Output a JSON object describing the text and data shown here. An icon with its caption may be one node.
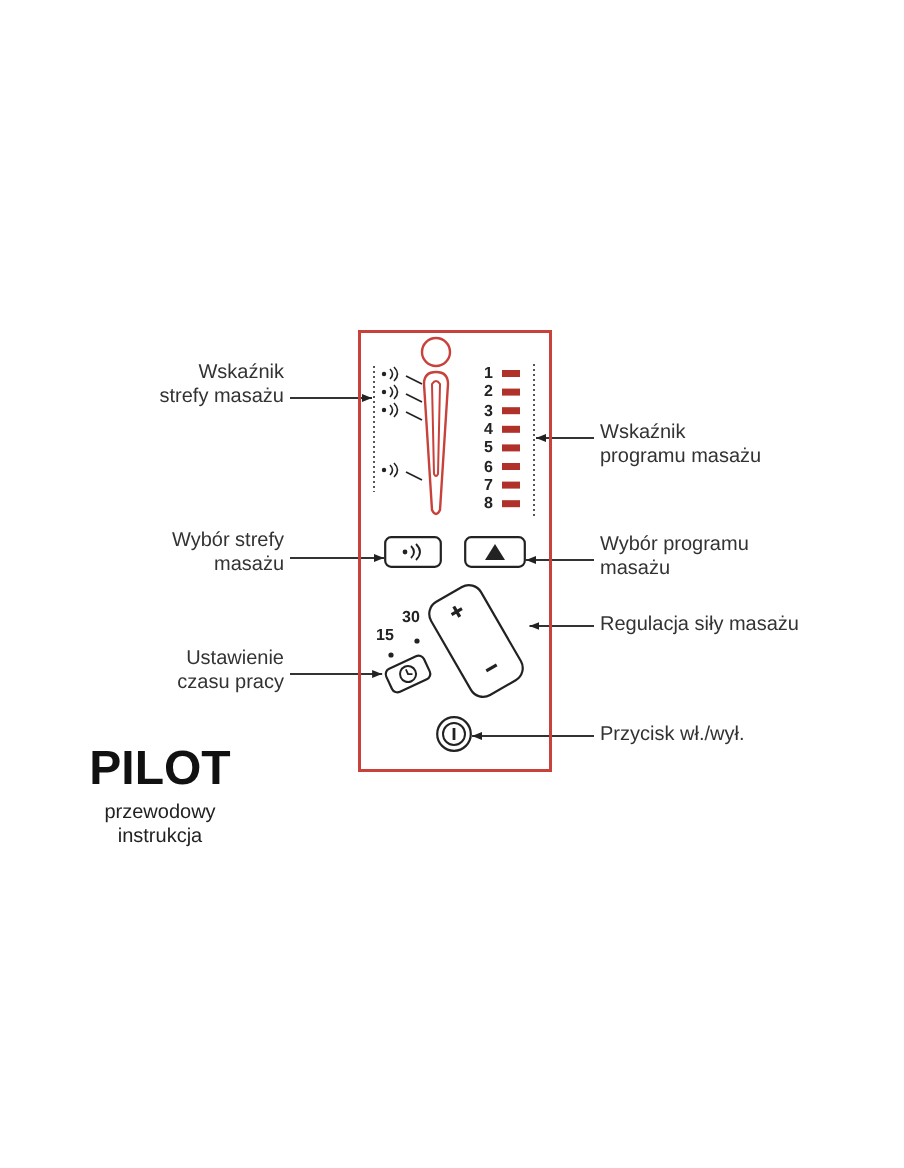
{
  "diagram": {
    "title": "PILOT",
    "nodes": [
      {
        "text": [],
        "shape": "box"
      },
      {
        "text": [
          "Wskaźnik strefy masażu"
        ]
      },
      {
        "text": [],
        "shape": "bar",
        "in": 0
      },
      {
        "text": [
          "Wskaźnik programu masażu"
        ]
      },
      {
        "text": [],
        "shape": "bar",
        "in": 0
      },
      {
        "text": [
          "Wybór strefy masażu"
        ]
      },
      {
        "text": [],
        "shape": "box",
        "in": 0
      },
      {
        "text": [
          "Wybór programu masażu"
        ]
      },
      {
        "text": [],
        "shape": "box",
        "in": 0
      },
      {
        "text": [
          "Regulacja siły masażu"
        ]
      },
      {
        "text": [],
        "shape": "box",
        "in": 0
      },
      {
        "text": [
          "Ustawienie czasu pracy"
        ]
      },
      {
        "text": [],
        "shape": "box",
        "in": 0
      },
      {
        "text": [
          "Przycisk wł./wył."
        ]
      },
      {
        "text": [],
        "shape": "circle",
        "in": 0
      }
    ],
    "edges": [
      {
        "from": 1,
        "to": 2,
        "arrow": "to"
      },
      {
        "from": 3,
        "to": 4,
        "arrow": "to"
      },
      {
        "from": 5,
        "to": 6,
        "arrow": "to"
      },
      {
        "from": 7,
        "to": 8,
        "arrow": "to"
      },
      {
        "from": 9,
        "to": 10,
        "arrow": "to"
      },
      {
        "from": 11,
        "to": 12,
        "arrow": "to"
      },
      {
        "from": 13,
        "to": 14,
        "arrow": "to"
      }
    ],
    "labels": [
      "1",
      "2",
      "3",
      "4",
      "5",
      "6",
      "7",
      "8",
      "30",
      "15",
      "przewodowy",
      "instrukcja"
    ]
  }
}
